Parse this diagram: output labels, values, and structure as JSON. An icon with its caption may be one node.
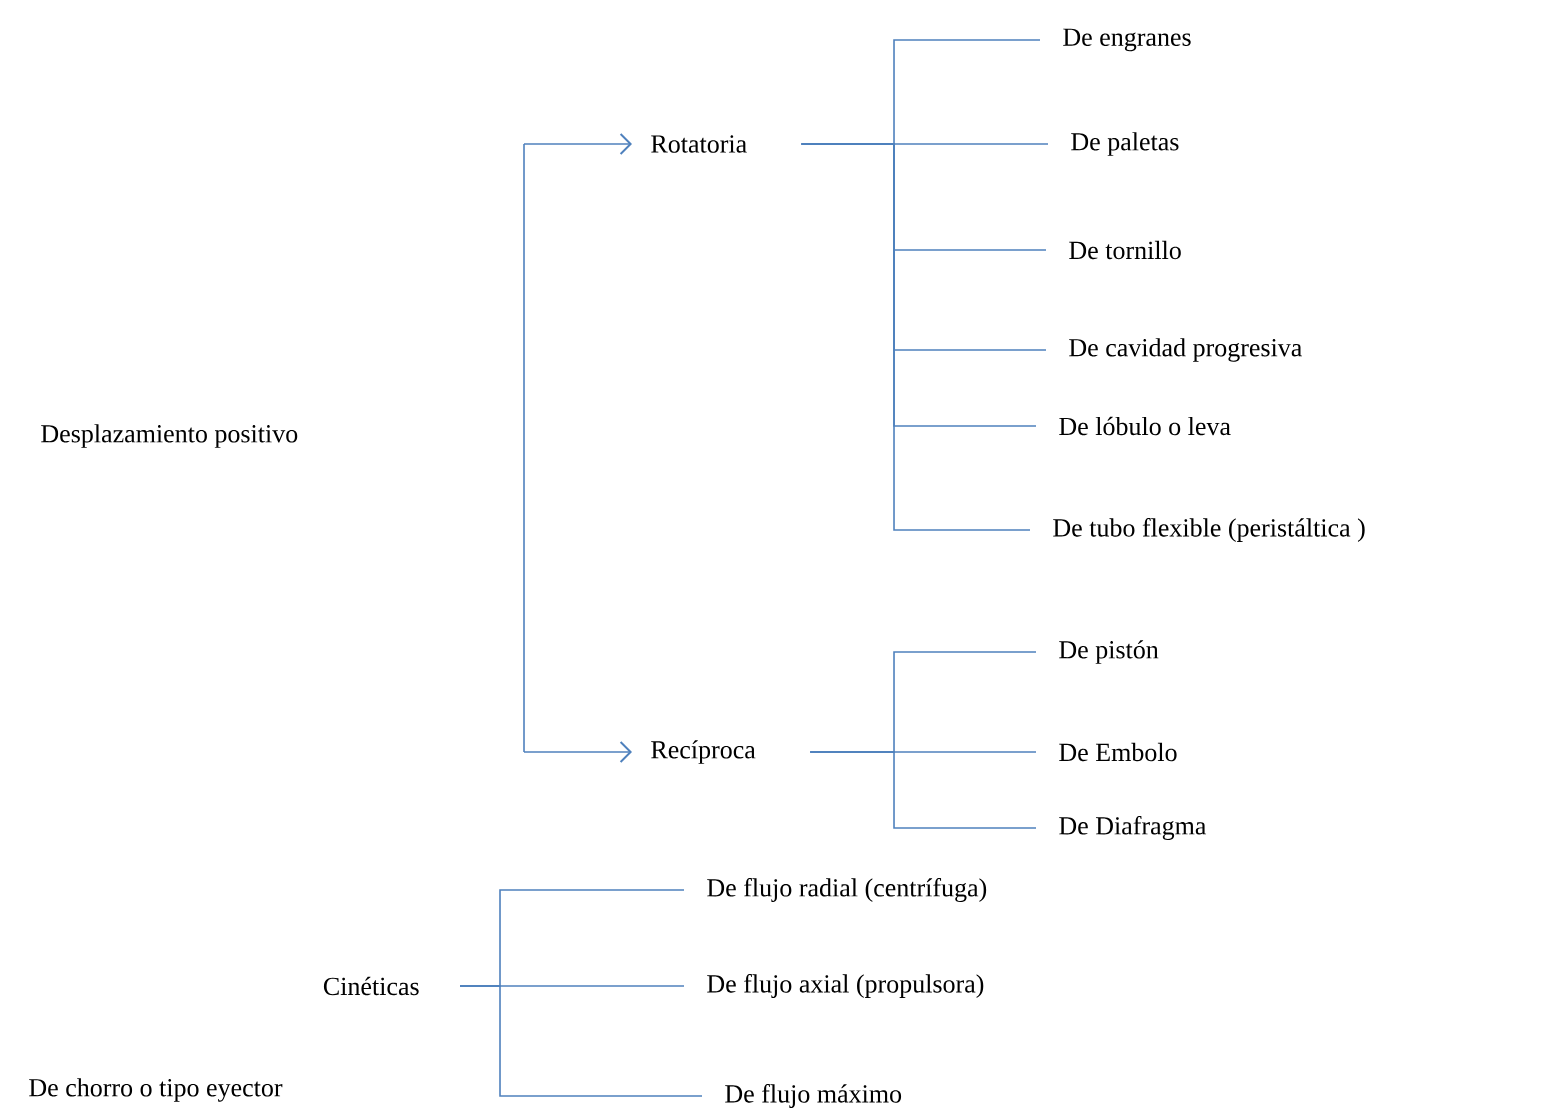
{
  "diagram": {
    "nodes": [
      {
        "text": [
          "Rotatoria"
        ]
      },
      {
        "text": [
          "De engranes"
        ]
      },
      {
        "text": [
          "De paletas"
        ]
      },
      {
        "text": [
          "De tornillo"
        ]
      },
      {
        "text": [
          "De cavidad progresiva"
        ]
      },
      {
        "text": [
          "De lóbulo o leva"
        ]
      },
      {
        "text": [
          "De tubo flexible (peristáltica )"
        ]
      },
      {
        "text": [
          "Recíproca"
        ]
      },
      {
        "text": [
          "De pistón"
        ]
      },
      {
        "text": [
          "De Embolo"
        ]
      },
      {
        "text": [
          "De Diafragma"
        ]
      },
      {
        "text": [
          "Cinéticas"
        ]
      },
      {
        "text": [
          "De flujo radial (centrífuga)"
        ]
      },
      {
        "text": [
          "De flujo axial (propulsora)"
        ]
      },
      {
        "text": [
          "De flujo máximo"
        ]
      }
    ],
    "edges": [
      {
        "from": null,
        "to": 0,
        "arrow": "to"
      },
      {
        "from": null,
        "to": 7,
        "arrow": "to"
      },
      {
        "from": 0,
        "to": 1,
        "arrow": "none"
      },
      {
        "from": 0,
        "to": 2,
        "arrow": "none"
      },
      {
        "from": 0,
        "to": 3,
        "arrow": "none"
      },
      {
        "from": 0,
        "to": 4,
        "arrow": "none"
      },
      {
        "from": 0,
        "to": 5,
        "arrow": "none"
      },
      {
        "from": 0,
        "to": 6,
        "arrow": "none"
      },
      {
        "from": 7,
        "to": 8,
        "arrow": "none"
      },
      {
        "from": 7,
        "to": 9,
        "arrow": "none"
      },
      {
        "from": 7,
        "to": 10,
        "arrow": "none"
      },
      {
        "from": 11,
        "to": 12,
        "arrow": "none"
      },
      {
        "from": 11,
        "to": 13,
        "arrow": "none"
      },
      {
        "from": 11,
        "to": 14,
        "arrow": "none"
      }
    ],
    "labels": [
      "Desplazamiento positivo",
      "De chorro o tipo eyector"
    ]
  }
}
